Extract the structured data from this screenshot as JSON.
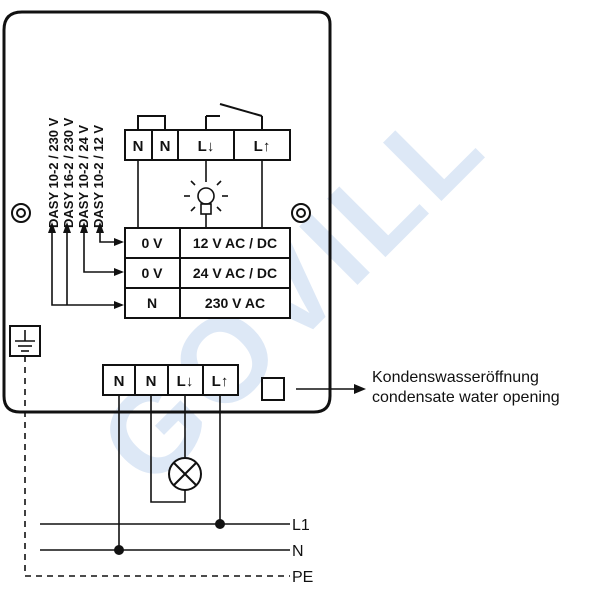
{
  "watermark": "GOVILL",
  "supply_labels": [
    "DASY 10-2 / 230 V",
    "DASY 16-2 / 230 V",
    "DASY 10-2 / 24 V",
    "DASY 10-2 / 12 V"
  ],
  "top_terminals": [
    "N",
    "N",
    "L↓",
    "L↑"
  ],
  "supply_table": [
    {
      "left": "0 V",
      "right": "12 V AC / DC"
    },
    {
      "left": "0 V",
      "right": "24 V AC / DC"
    },
    {
      "left": "N",
      "right": "230 V AC"
    }
  ],
  "bottom_terminals": [
    "N",
    "N",
    "L↓",
    "L↑"
  ],
  "condensate": {
    "line1": "Kondenswasseröffnung",
    "line2": "condensate water opening"
  },
  "lines": [
    "L1",
    "N",
    "PE"
  ],
  "colors": {
    "ink": "#111111",
    "watermark": "#dde8f6"
  }
}
